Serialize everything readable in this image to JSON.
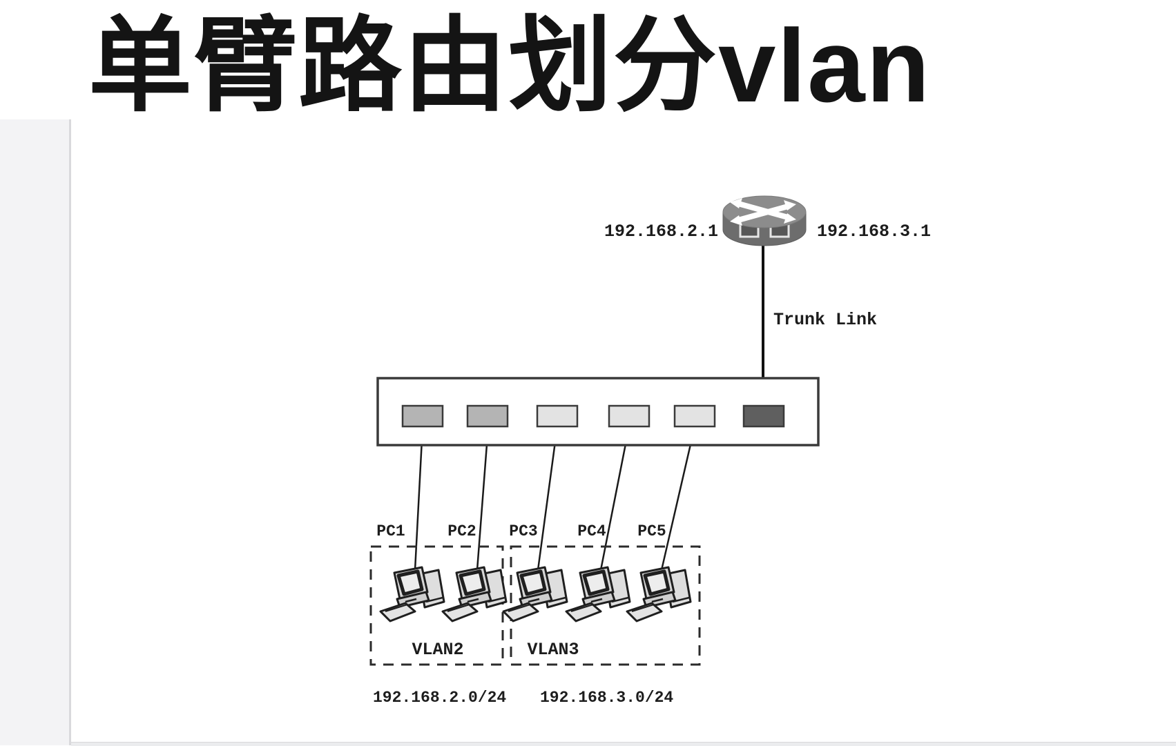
{
  "title": "单臂路由划分vlan",
  "diagram": {
    "router": {
      "ip_left": "192.168.2.1",
      "ip_right": "192.168.3.1"
    },
    "trunk": {
      "label": "Trunk Link"
    },
    "pcs": [
      {
        "label": "PC1"
      },
      {
        "label": "PC2"
      },
      {
        "label": "PC3"
      },
      {
        "label": "PC4"
      },
      {
        "label": "PC5"
      }
    ],
    "vlans": [
      {
        "label": "VLAN2",
        "subnet": "192.168.2.0/24"
      },
      {
        "label": "VLAN3",
        "subnet": "192.168.3.0/24"
      }
    ],
    "colors": {
      "vlan2_port": "#b4b4b4",
      "vlan3_port": "#e3e3e3",
      "trunk_port": "#5f5f5f"
    }
  }
}
